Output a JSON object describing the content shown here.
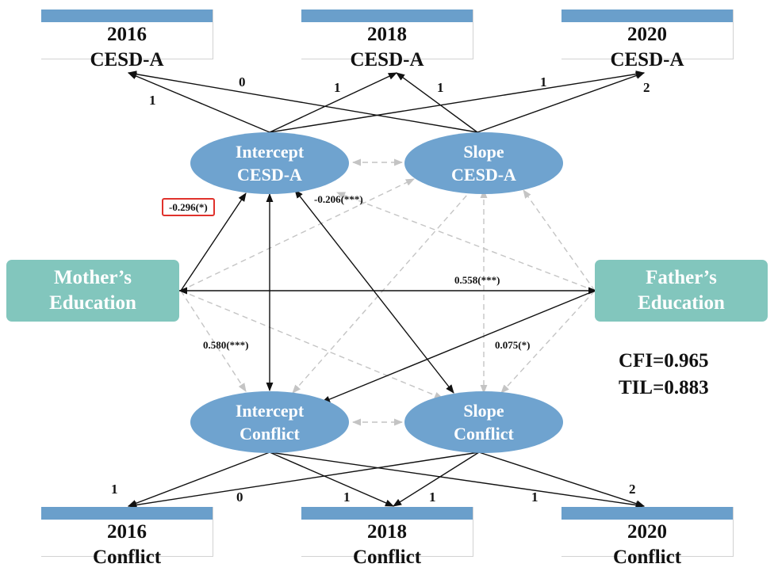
{
  "observed_top": [
    {
      "year": "2016",
      "measure": "CESD-A"
    },
    {
      "year": "2018",
      "measure": "CESD-A"
    },
    {
      "year": "2020",
      "measure": "CESD-A"
    }
  ],
  "observed_bottom": [
    {
      "year": "2016",
      "measure": "Conflict"
    },
    {
      "year": "2018",
      "measure": "Conflict"
    },
    {
      "year": "2020",
      "measure": "Conflict"
    }
  ],
  "latent": {
    "intercept_cesd": {
      "line1": "Intercept",
      "line2": "CESD-A"
    },
    "slope_cesd": {
      "line1": "Slope",
      "line2": "CESD-A"
    },
    "intercept_conflict": {
      "line1": "Intercept",
      "line2": "Conflict"
    },
    "slope_conflict": {
      "line1": "Slope",
      "line2": "Conflict"
    }
  },
  "predictors": {
    "mother": {
      "line1": "Mother’s",
      "line2": "Education"
    },
    "father": {
      "line1": "Father’s",
      "line2": "Education"
    }
  },
  "loadings_top": [
    "1",
    "0",
    "1",
    "1",
    "1",
    "2"
  ],
  "loadings_bottom": [
    "1",
    "0",
    "1",
    "1",
    "1",
    "2"
  ],
  "coefficients": {
    "mother_intercept_cesd": "-0.296(*)",
    "intercept_cesd_slope_conflict": "-0.206(***)",
    "mother_father": "0.558(***)",
    "intercept_cesd_intercept_conflict": "0.580(***)",
    "father_intercept_conflict": "0.075(*)"
  },
  "fit": {
    "cfi": "CFI=0.965",
    "til": "TIL=0.883"
  },
  "colors": {
    "box_bar": "#6a9fcb",
    "latent": "#6fa3cf",
    "predictor": "#82c6bd",
    "highlight": "#e0322c",
    "dashed": "#c4c4c4"
  }
}
